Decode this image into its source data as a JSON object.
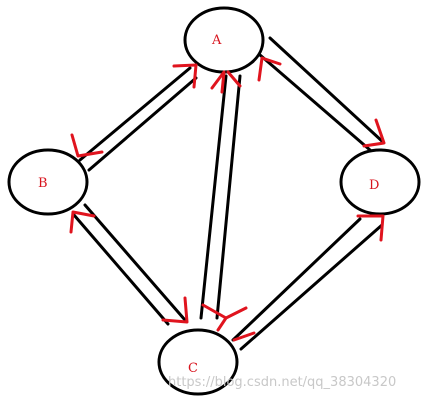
{
  "nodes": {
    "a": "A",
    "b": "B",
    "c": "C",
    "d": "D"
  },
  "watermark": "https://blog.csdn.net/qq_38304320",
  "colors": {
    "outline": "#000000",
    "arrow": "#e0141e",
    "label": "#d8141e",
    "watermark": "#c8c8c8"
  }
}
